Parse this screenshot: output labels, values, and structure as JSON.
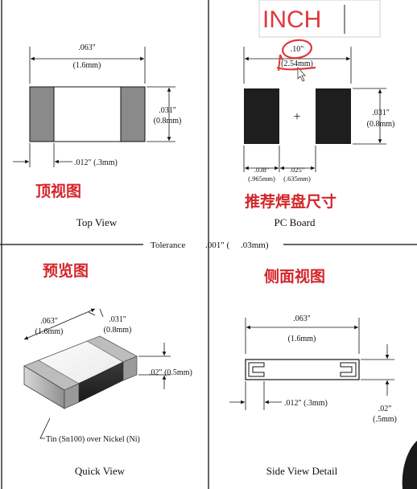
{
  "top_view": {
    "dim_width": ".063\"",
    "dim_width_mm": "(1.6mm)",
    "dim_height": ".031\"",
    "dim_height_mm": "(0.8mm)",
    "dim_term": ".012\" (.3mm)",
    "label_cn": "顶视图",
    "caption": "Top View"
  },
  "pc_board": {
    "annotation": "INCH",
    "dim_width": ".10\"",
    "dim_width_mm": "(2.54mm)",
    "dim_height": ".031\"",
    "dim_height_mm": "(0.8mm)",
    "dim_pad": ".038\"",
    "dim_pad_mm": "(.965mm)",
    "dim_gap": ".025\"",
    "dim_gap_mm": "(.635mm)",
    "label_cn": "推荐焊盘尺寸",
    "caption": "PC Board"
  },
  "tolerance": {
    "label": "Tolerance",
    "value": ".001\" (",
    "value_mm": ".03mm)"
  },
  "quick_view": {
    "label_cn": "预览图",
    "dim_len": ".063\"",
    "dim_len_mm": "(1.6mm)",
    "dim_wid": ".031\"",
    "dim_wid_mm": "(0.8mm)",
    "dim_thk": ".02\" (0.5mm)",
    "note": "Tin (Sn100) over Nickel (Ni)",
    "caption": "Quick View"
  },
  "side_view": {
    "label_cn": "侧面视图",
    "dim_width": ".063\"",
    "dim_width_mm": "(1.6mm)",
    "dim_term": ".012\" (.3mm)",
    "dim_thk": ".02\"",
    "dim_thk_mm": "(.5mm)",
    "caption": "Side View Detail"
  },
  "colors": {
    "annotation_red": "#e0383b",
    "label_red": "#d3252a",
    "terminal_gray": "#8a8a8a",
    "pad_black": "#1e1e1e"
  }
}
